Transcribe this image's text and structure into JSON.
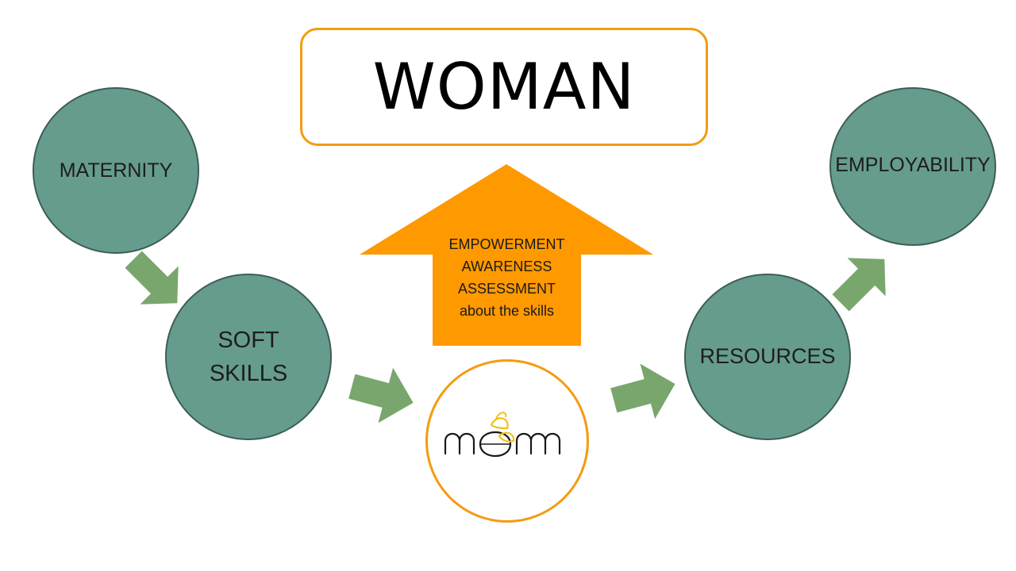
{
  "title": "WOMAN",
  "nodes": {
    "maternity": "MATERNITY",
    "soft_skills_line1": "SOFT",
    "soft_skills_line2": "SKILLS",
    "resources": "RESOURCES",
    "employability": "EMPLOYABILITY"
  },
  "center_arrow": {
    "lines": [
      "EMPOWERMENT",
      "AWARENESS",
      "ASSESSMENT",
      "about the skills"
    ]
  },
  "logo": {
    "name": "m&m logo"
  },
  "colors": {
    "node_fill": "#669c8e",
    "node_border": "#3c5e55",
    "accent_orange": "#f39c12",
    "arrow_orange": "#ff9900",
    "flow_arrow_green": "#79a66c",
    "logo_yellow": "#f2c21a"
  }
}
